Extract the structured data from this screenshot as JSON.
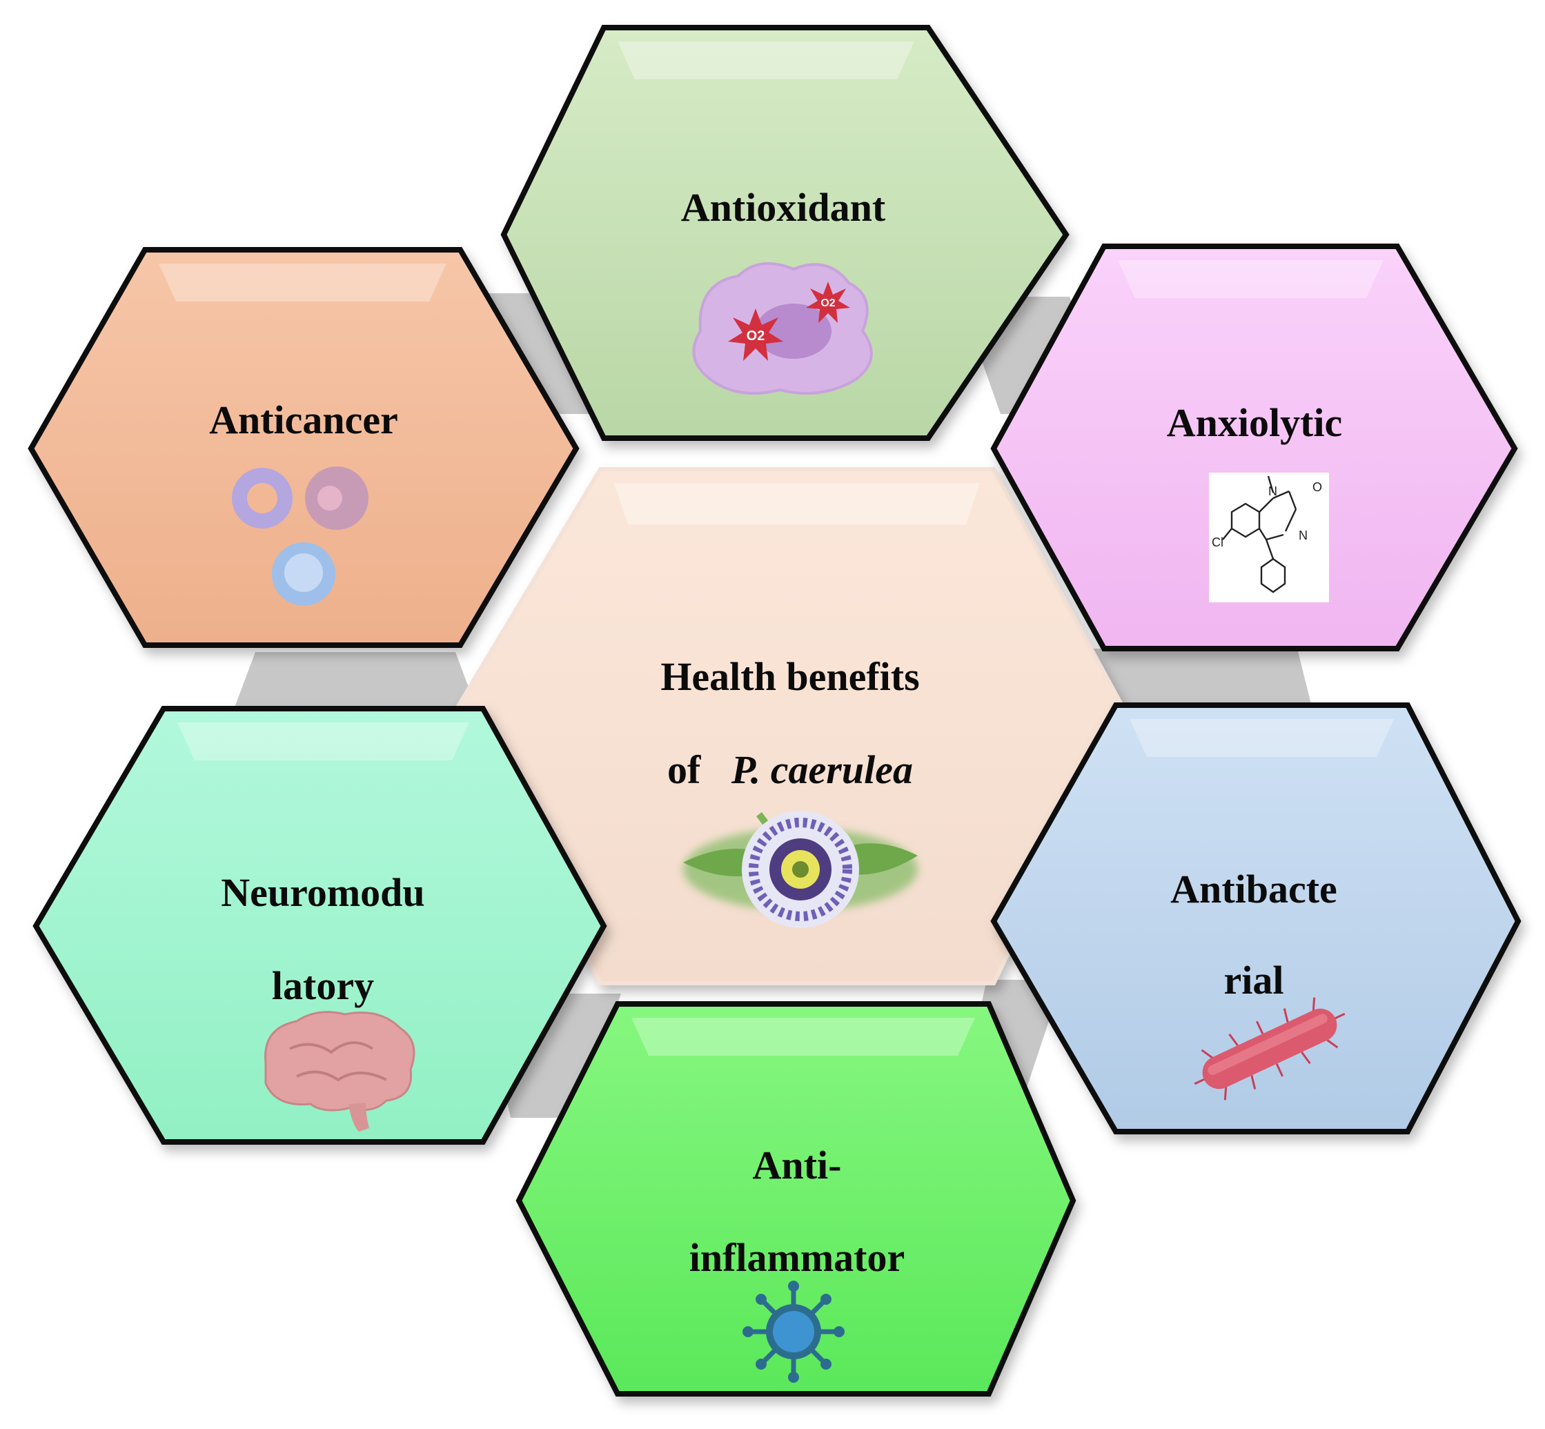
{
  "diagram": {
    "center": {
      "line1": "Health  benefits",
      "line2_prefix": "of",
      "line2_italic": "P.   caerulea"
    },
    "hexagons": {
      "antioxidant": {
        "line1": "Antioxidant",
        "color": "#c5dfb4"
      },
      "anticancer": {
        "line1": "Anticancer",
        "color": "#f2b896"
      },
      "anxiolytic": {
        "line1": "Anxiolytic",
        "color": "#f6c3f6"
      },
      "neuromodulatory": {
        "line1": "Neuromodu",
        "line2": "latory",
        "color": "#9ff5ce"
      },
      "antibacterial": {
        "line1": "Antibacte",
        "line2": "rial",
        "color": "#bcd4ec"
      },
      "anti_inflammatory": {
        "line1": "Anti-",
        "line2": "inflammator",
        "color": "#6ef06c"
      }
    },
    "molecule": {
      "cl_label": "Cl",
      "n1_label": "N",
      "n2_label": "N",
      "o_label": "O"
    },
    "ros_label": "O2"
  }
}
